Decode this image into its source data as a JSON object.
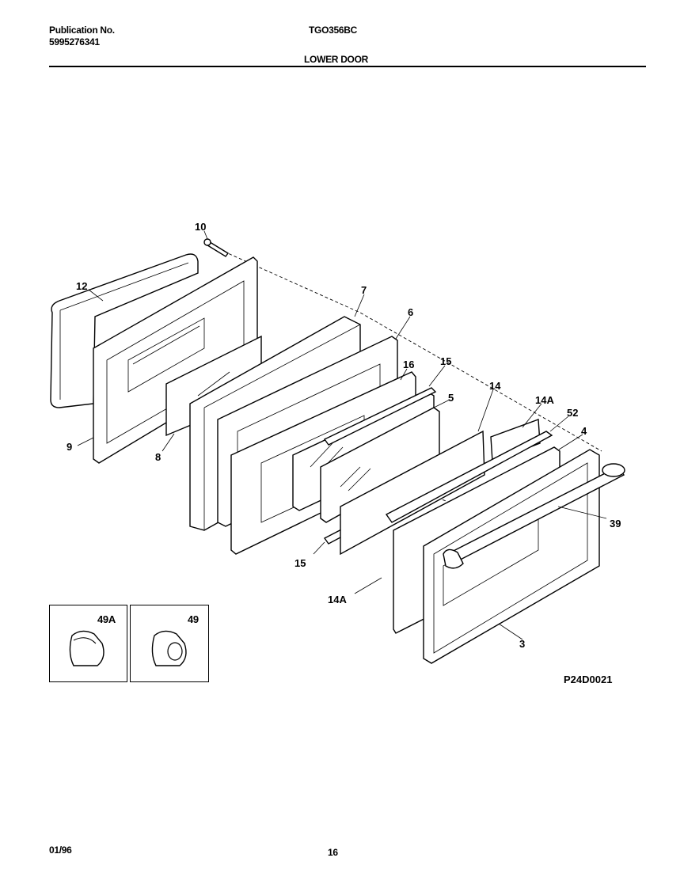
{
  "header": {
    "publication_label": "Publication No.",
    "publication_number": "5995276341",
    "model": "TGO356BC",
    "section": "LOWER DOOR"
  },
  "parts": {
    "p10": "10",
    "p12": "12",
    "p9": "9",
    "p8": "8",
    "p7": "7",
    "p6": "6",
    "p16": "16",
    "p15_top": "15",
    "p5": "5",
    "p14": "14",
    "p14A_top": "14A",
    "p52": "52",
    "p4": "4",
    "p39": "39",
    "p15_bottom": "15",
    "p14A_bottom": "14A",
    "p3": "3"
  },
  "insets": {
    "left_label": "49A",
    "right_label": "49"
  },
  "diagram_code": "P24D0021",
  "footer": {
    "date": "01/96",
    "page": "16"
  }
}
